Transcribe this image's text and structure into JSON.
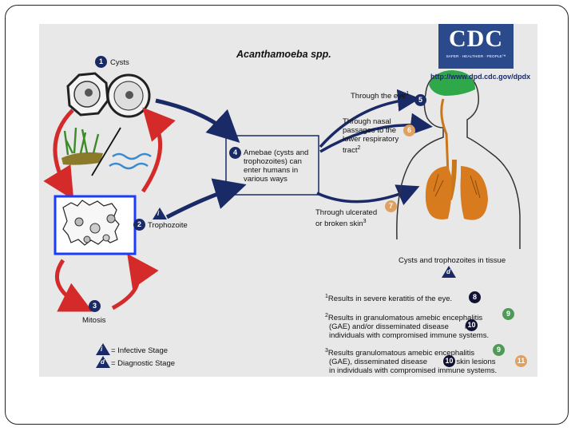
{
  "title": "Acanthamoeba spp.",
  "cdc": {
    "logo_text": "CDC",
    "tagline": "SAFER · HEALTHIER · PEOPLE™",
    "url": "http://www.dpd.cdc.gov/dpdx"
  },
  "stages": {
    "s1": {
      "num": "1",
      "label": "Cysts"
    },
    "s2": {
      "num": "2",
      "label": "Trophozoite"
    },
    "s3": {
      "num": "3",
      "label": "Mitosis"
    },
    "s4": {
      "num": "4",
      "label_lines": [
        "Amebae (cysts and",
        "trophozoites) can",
        "enter humans in",
        "various ways"
      ]
    },
    "s2_marker": "i"
  },
  "routes": {
    "r5": {
      "num": "5",
      "label": "Through the eye",
      "sup": "1"
    },
    "r6": {
      "num": "6",
      "lines": [
        "Through nasal",
        "passages to the",
        "lower respiratory",
        "tract"
      ],
      "sup": "2"
    },
    "r7": {
      "num": "7",
      "lines": [
        "Through ulcerated",
        "or broken skin"
      ],
      "sup": "3"
    }
  },
  "tissue": {
    "label": "Cysts and trophozoites in tissue",
    "marker": "d"
  },
  "notes": [
    {
      "sup": "1",
      "line1": "Results in severe keratitis of the eye.",
      "badge": "8"
    },
    {
      "sup": "2",
      "line1": "Results in granulomatous amebic encephalitis",
      "badge1": "9",
      "line2a": "(GAE) and/or disseminated disease",
      "badge2": "10",
      "line2b": "in",
      "line3": "individuals with compromised immune systems."
    },
    {
      "sup": "3",
      "line1": "Results granulomatous amebic encephalitis",
      "badge1": "9",
      "line2a": "(GAE), disseminated disease",
      "badge2": "10",
      "line2b": ", or skin lesions",
      "badge3": "11",
      "line3": "in individuals with compromised immune systems."
    }
  ],
  "legend": [
    {
      "marker": "i",
      "label": "= Infective Stage"
    },
    {
      "marker": "d",
      "label": "= Diagnostic Stage"
    }
  ],
  "colors": {
    "navy": "#1a2a66",
    "red": "#d42a2a",
    "green": "#4f9a56",
    "orange": "#e0a060",
    "highlight": "#1a3cff"
  }
}
